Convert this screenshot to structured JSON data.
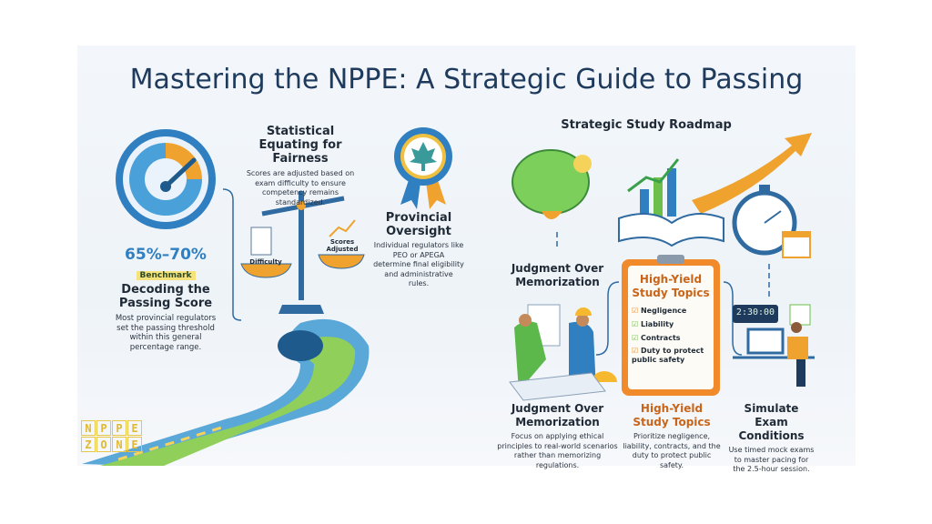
{
  "title": "Mastering the NPPE: A Strategic Guide to Passing",
  "left": {
    "passing": {
      "range": "65%–70%",
      "badge": "Benchmark",
      "heading": "Decoding the Passing Score",
      "text": "Most provincial regulators set the passing threshold within this general percentage range."
    },
    "equating": {
      "heading": "Statistical Equating for Fairness",
      "text": "Scores are adjusted based on exam difficulty to ensure competency remains standardized.",
      "pan_left": "Difficulty",
      "pan_right": "Scores Adjusted"
    },
    "oversight": {
      "heading": "Provincial Oversight",
      "text": "Individual regulators like PEO or APEGA determine final eligibility and administrative rules."
    }
  },
  "right": {
    "heading": "Strategic Study Roadmap",
    "judgment_label": "Judgment Over Memorization",
    "clipboard": {
      "title": "High-Yield Study Topics",
      "items": [
        "Negligence",
        "Liability",
        "Contracts",
        "Duty to protect public safety"
      ]
    },
    "timer": "2:30:00",
    "columns": [
      {
        "heading": "Judgment Over Memorization",
        "text": "Focus on applying ethical principles to real-world scenarios rather than memorizing regulations."
      },
      {
        "heading": "High-Yield Study Topics",
        "text": "Prioritize negligence, liability, contracts, and the duty to protect public safety."
      },
      {
        "heading": "Simulate Exam Conditions",
        "text": "Use timed mock exams to master pacing for the 2.5-hour session."
      }
    ]
  },
  "logo": [
    "N",
    "P",
    "P",
    "E",
    "Z",
    "O",
    "N",
    "E"
  ],
  "colors": {
    "navy": "#1e3a5c",
    "blue": "#2f7fc1",
    "orange": "#f0a22e",
    "green": "#6cbf4a",
    "accent": "#c9651a"
  }
}
